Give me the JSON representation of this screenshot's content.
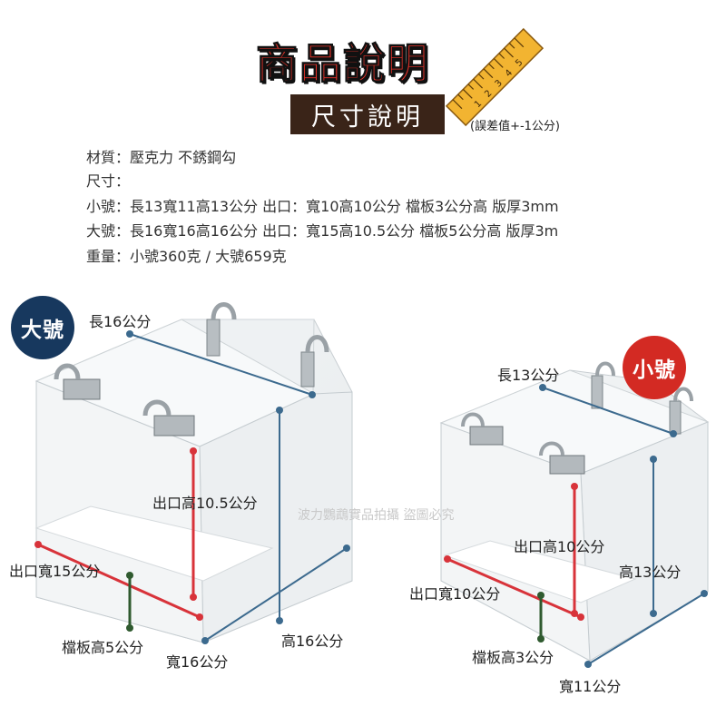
{
  "header": {
    "title": "商品說明",
    "subtitle": "尺寸說明",
    "tolerance": "(誤差值+-1公分)",
    "ruler_numbers": [
      "1",
      "2",
      "3",
      "4",
      "5"
    ]
  },
  "specs": [
    "材質：壓克力 不銹鋼勾",
    "尺寸：",
    "小號：長13寬11高13公分 出口：寬10高10公分  檔板3公分高 版厚3mm",
    "大號：長16寬16高16公分 出口：寬15高10.5公分 檔板5公分高 版厚3m",
    "重量：小號360克  /  大號659克"
  ],
  "large": {
    "badge": "大號",
    "length": "長16公分",
    "outlet_height": "出口高10.5公分",
    "outlet_width": "出口寬15公分",
    "baffle_height": "檔板高5公分",
    "width": "寬16公分",
    "height": "高16公分"
  },
  "small": {
    "badge": "小號",
    "length": "長13公分",
    "outlet_height": "出口高10公分",
    "height": "高13公分",
    "outlet_width": "出口寬10公分",
    "baffle_height": "檔板高3公分",
    "width": "寬11公分"
  },
  "watermark": "波力鸚鵡實品拍攝  盜圖必究",
  "colors": {
    "title_red": "#e8332a",
    "subtitle_bar": "#3a2418",
    "ruler_yellow": "#f2b431",
    "large_badge": "#17385e",
    "small_badge": "#d32a23",
    "dim_blue": "#3c6a8e",
    "dim_red": "#d8333a",
    "dim_green": "#2f5a2f"
  }
}
